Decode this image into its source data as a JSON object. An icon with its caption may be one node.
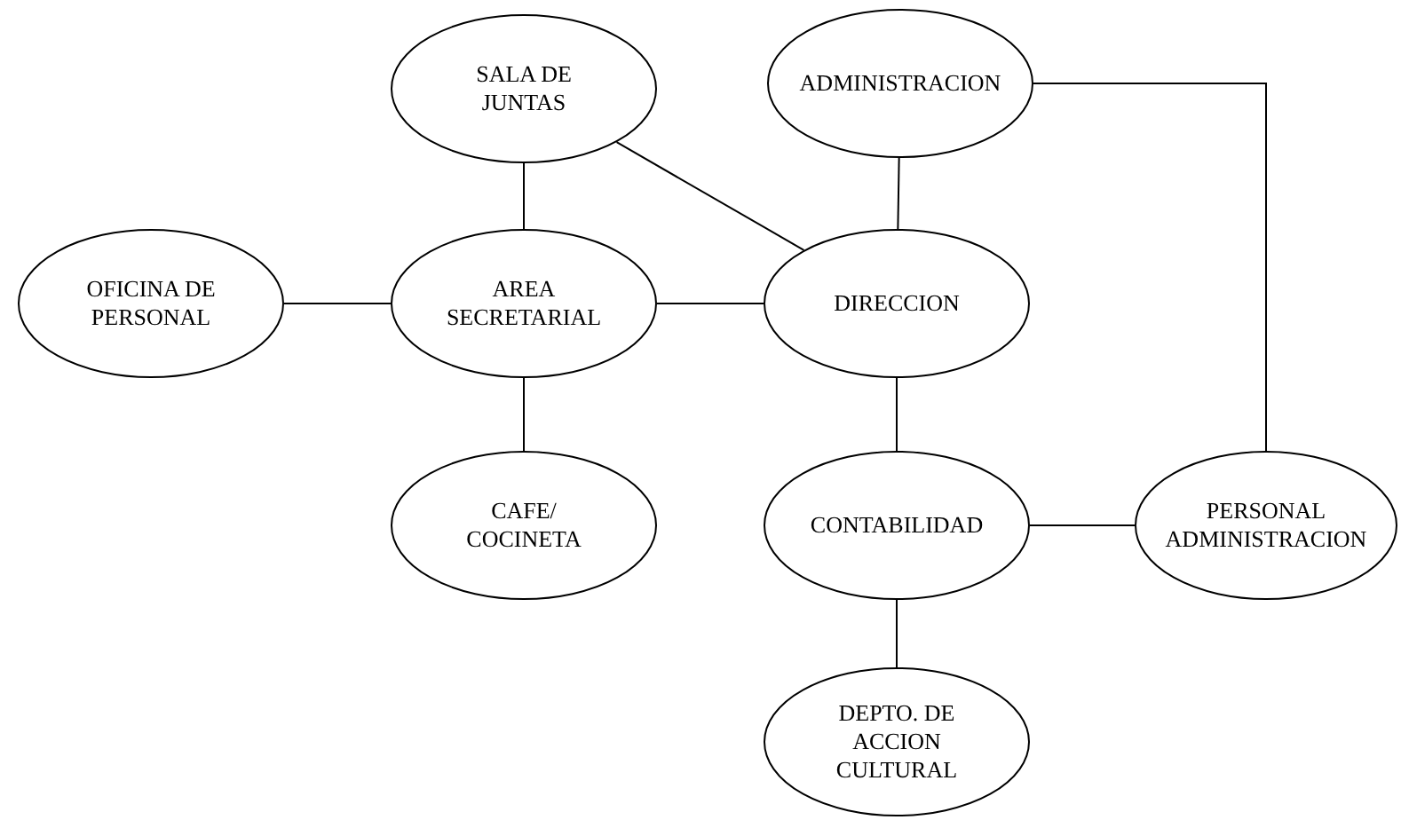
{
  "diagram": {
    "nodes": [
      {
        "text": [
          "SALA DE JUNTAS"
        ]
      },
      {
        "text": [
          "ADMINISTRACION"
        ]
      },
      {
        "text": [
          "OFICINA DE PERSONAL"
        ]
      },
      {
        "text": [
          "AREA SECRETARIAL"
        ]
      },
      {
        "text": [
          "DIRECCION"
        ]
      },
      {
        "text": [
          "CAFE/ COCINETA"
        ]
      },
      {
        "text": [
          "CONTABILIDAD"
        ]
      },
      {
        "text": [
          "PERSONAL ADMINISTRACION"
        ]
      },
      {
        "text": [
          "DEPTO. DE ACCION CULTURAL"
        ]
      }
    ],
    "edges": [
      {
        "from": 0,
        "to": 3,
        "arrow": "none"
      },
      {
        "from": 0,
        "to": 4,
        "arrow": "none"
      },
      {
        "from": 1,
        "to": 4,
        "arrow": "none"
      },
      {
        "from": 1,
        "to": 7,
        "arrow": "none"
      },
      {
        "from": 2,
        "to": 3,
        "arrow": "none"
      },
      {
        "from": 3,
        "to": 4,
        "arrow": "none"
      },
      {
        "from": 3,
        "to": 5,
        "arrow": "none"
      },
      {
        "from": 4,
        "to": 6,
        "arrow": "none"
      },
      {
        "from": 6,
        "to": 7,
        "arrow": "none"
      },
      {
        "from": 6,
        "to": 8,
        "arrow": "none"
      }
    ]
  }
}
